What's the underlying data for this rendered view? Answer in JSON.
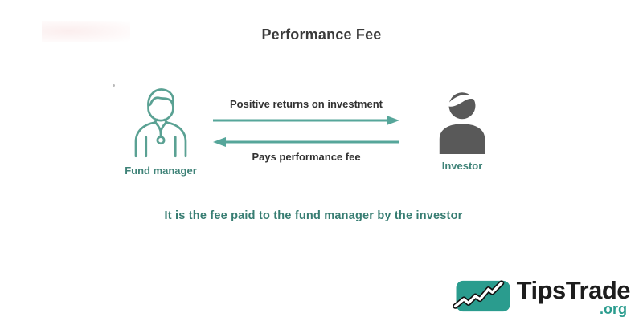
{
  "title": "Performance Fee",
  "actors": {
    "fund_manager": {
      "label": "Fund manager",
      "icon": "fund-manager-outline-person-icon"
    },
    "investor": {
      "label": "Investor",
      "icon": "investor-solid-person-icon"
    }
  },
  "flows": {
    "top_arrow": {
      "label": "Positive returns on investment",
      "direction": "right",
      "from": "Fund manager",
      "to": "Investor"
    },
    "bottom_arrow": {
      "label": "Pays performance fee",
      "direction": "left",
      "from": "Investor",
      "to": "Fund manager"
    }
  },
  "caption": "It is the fee paid to the fund manager by the investor",
  "logo": {
    "name": "TipsTrade",
    "tld": ".org",
    "icon": "stock-chart-uptrend-icon"
  },
  "colors": {
    "arrow_teal": "#56a69a",
    "actor_label_teal": "#3e8277",
    "caption_teal": "#377d72",
    "icon_outline_teal": "#5aa193",
    "investor_gray": "#595959",
    "logo_green": "#2a9c8e",
    "title_dark": "#3b3b3b"
  }
}
